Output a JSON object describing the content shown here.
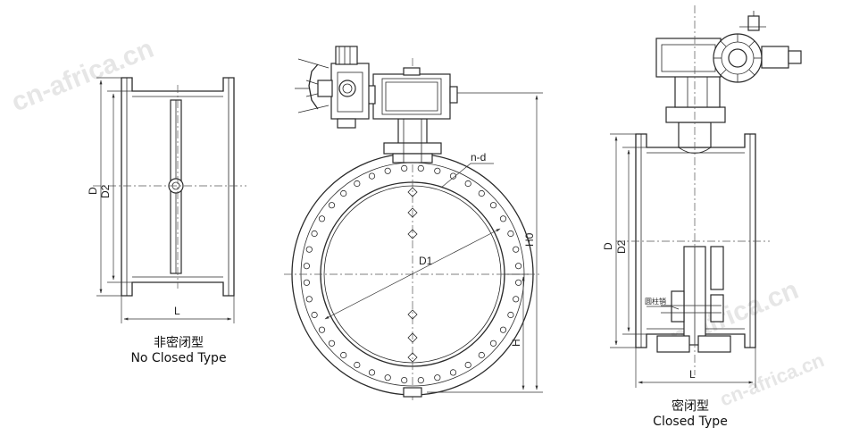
{
  "watermarks": {
    "text": "cn-africa.cn"
  },
  "left_view": {
    "label_d": "D",
    "label_d2": "D2",
    "label_l": "L",
    "caption_cn": "非密闭型",
    "caption_en": "No Closed Type"
  },
  "center_view": {
    "label_nd": "n-d",
    "label_d1": "D1",
    "label_h0": "H0",
    "label_h": "H"
  },
  "right_view": {
    "label_d": "D",
    "label_d2": "D2",
    "label_l": "L",
    "label_pin": "圆柱销",
    "caption_cn": "密闭型",
    "caption_en": "Closed Type"
  }
}
